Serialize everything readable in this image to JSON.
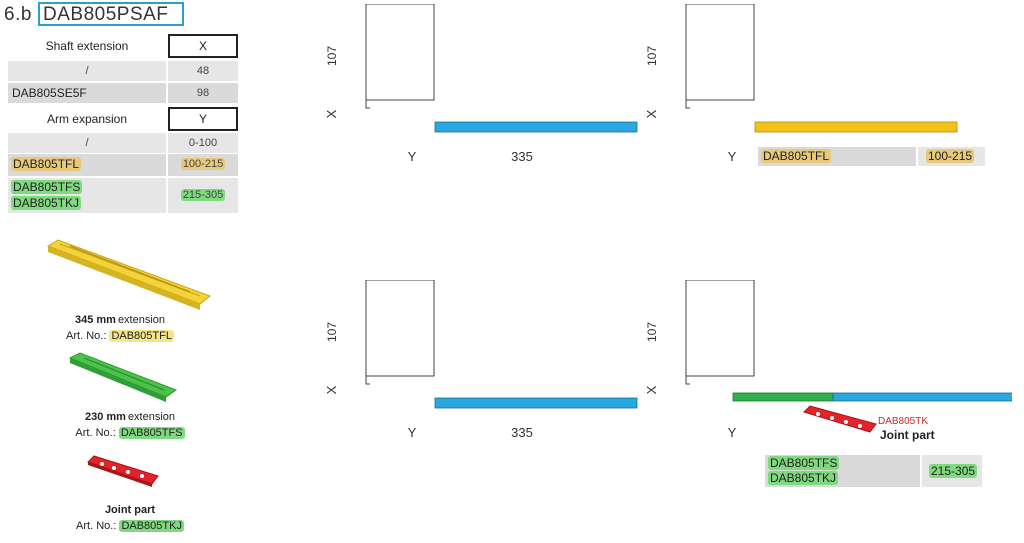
{
  "header": {
    "section_number": "6.b",
    "model": "DAB805PSAF"
  },
  "shaft_table": {
    "col1_header": "Shaft extension",
    "col2_header": "X",
    "rows": [
      {
        "name": "/",
        "value": "48"
      },
      {
        "name": "DAB805SE5F",
        "value": "98"
      }
    ]
  },
  "arm_table": {
    "col1_header": "Arm expansion",
    "col2_header": "Y",
    "rows": [
      {
        "name": "/",
        "value": "0-100"
      },
      {
        "name": "DAB805TFL",
        "value": "100-215"
      },
      {
        "name_line1": "DAB805TFS",
        "name_line2": "DAB805TKJ",
        "value": "215-305"
      }
    ]
  },
  "parts": [
    {
      "size": "345 mm",
      "suffix": "extension",
      "art_label": "Art. No.:",
      "art_no": "DAB805TFL"
    },
    {
      "size": "230 mm",
      "suffix": "extension",
      "art_label": "Art. No.:",
      "art_no": "DAB805TFS"
    },
    {
      "title": "Joint part",
      "art_label": "Art. No.:",
      "art_no": "DAB805TKJ"
    }
  ],
  "diagrams": {
    "dim_107": "107",
    "dim_x": "X",
    "dim_y": "Y",
    "dim_335": "335",
    "tr_label": "DAB805TFL",
    "tr_value": "100-215",
    "br_tag": "DAB805TK",
    "br_joint": "Joint part",
    "br_label1": "DAB805TFS",
    "br_label2": "DAB805TKJ",
    "br_value": "215-305"
  },
  "colors": {
    "blue_arm": "#2aa6e0",
    "yellow_arm": "#f2c21b",
    "green_arm": "#2fb04a",
    "joint_red": "#e0242b",
    "accent_box": "#2aa0c8"
  }
}
